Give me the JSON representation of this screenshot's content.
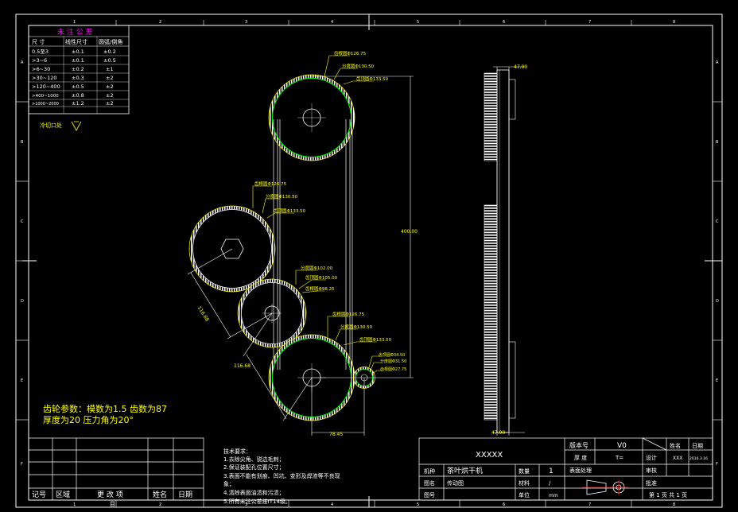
{
  "frame": {
    "col_numbers": [
      "1",
      "2",
      "3",
      "4",
      "5",
      "6",
      "7",
      "8"
    ],
    "row_letters": [
      "A",
      "B",
      "C",
      "D",
      "E",
      "F"
    ]
  },
  "tolerance_table": {
    "title": "未 注 公 差",
    "headers": [
      "尺 寸",
      "线性尺寸",
      "圆弧/倒角"
    ],
    "rows": [
      [
        "0.5至3",
        "±0.1",
        "±0.2"
      ],
      [
        ">3~6",
        "±0.1",
        "±0.5"
      ],
      [
        ">6~30",
        "±0.2",
        "±1"
      ],
      [
        ">30~120",
        "±0.3",
        "±2"
      ],
      [
        ">120~400",
        "±0.5",
        "±2"
      ],
      [
        ">400~1000",
        "±0.8",
        "±2"
      ],
      [
        ">1000~2000",
        "±1.2",
        "±2"
      ]
    ],
    "cut_note": "冷切口处"
  },
  "gears": {
    "g1": [
      "齿根圆Φ126.75",
      "分度圆Φ130.50",
      "齿顶圆Φ133.50"
    ],
    "g2": [
      "齿根圆Φ126.75",
      "分度圆Φ130.50",
      "齿顶圆Φ133.50"
    ],
    "g3": [
      "分度圆Φ102.00",
      "齿顶圆Φ105.00",
      "齿根圆Φ98.25"
    ],
    "g4": [
      "齿根圆Φ126.75",
      "分度圆Φ130.50",
      "齿顶圆Φ133.50"
    ],
    "g5": [
      "齿顶圆Φ34.50",
      "分度圆Φ31.50",
      "齿根圆Φ27.75"
    ]
  },
  "dimensions": {
    "center_distance": "400.00",
    "diag_1": "116.68",
    "diag_2": "116.68",
    "bottom": "78.45",
    "side_top": "47.00",
    "side_bottom": "47.00"
  },
  "gear_params": {
    "line1": "齿轮参数：模数为1.5    齿数为87",
    "line2": "厚度为20  压力角为20°"
  },
  "tech_requirements": {
    "title": "技术要求：",
    "items": [
      "1.去除尖角、锐边毛刺；",
      "2.保证装配孔位置尺寸；",
      "3.表面不能有划痕、凹坑、变形及焊渣等不良现",
      "象；",
      "4.清除表面油渍和污渍；",
      "5.所有未注公差按IT14级。"
    ]
  },
  "revision_block": {
    "headers": [
      "记号",
      "区域",
      "更 改 项",
      "姓名",
      "日期"
    ],
    "note": "目"
  },
  "title_block": {
    "project": "XXXXX",
    "version_label": "版本号",
    "version_value": "V0",
    "name_label": "姓名",
    "date_label": "日期",
    "thickness_label": "厚 度",
    "thickness_value": "T=",
    "design_label": "设计",
    "designer": "XXX",
    "design_date": "2016.3.16",
    "machine_label": "机种",
    "machine_value": "茶叶烘干机",
    "qty_label": "数量",
    "qty_value": "1",
    "surface_label": "表面处理",
    "review_label": "审核",
    "drawing_name_label": "图名",
    "drawing_name_value": "传动图",
    "material_label": "材料",
    "material_value": "/",
    "approve_label": "批准",
    "drawing_no_label": "图号",
    "unit_label": "单位",
    "unit_value": "mm",
    "page_info": "第 1 页   共 1 页"
  }
}
